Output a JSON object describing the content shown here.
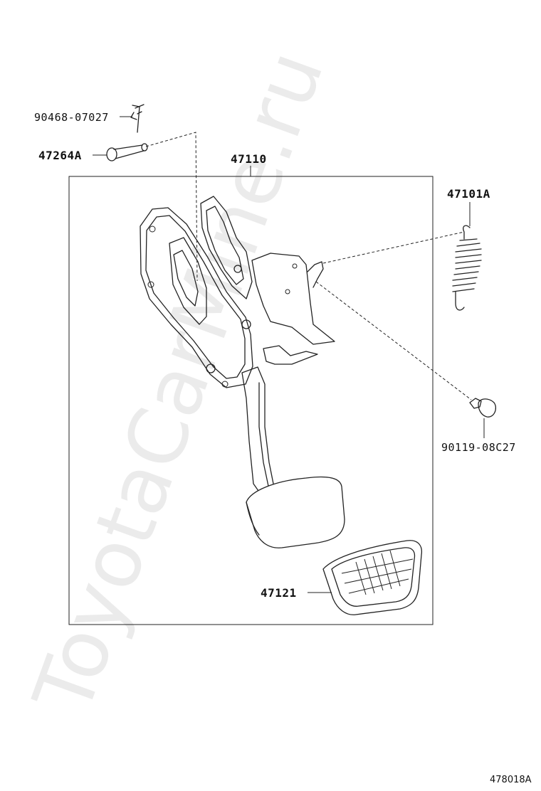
{
  "watermark": "ToyotaCarMine.ru",
  "diagram_code": "478018A",
  "parts": {
    "clip": "90468-07027",
    "pin": "47264A",
    "pedal_assy": "47110",
    "spring": "47101A",
    "stopper": "90119-08C27",
    "pedal_pad": "47121"
  }
}
